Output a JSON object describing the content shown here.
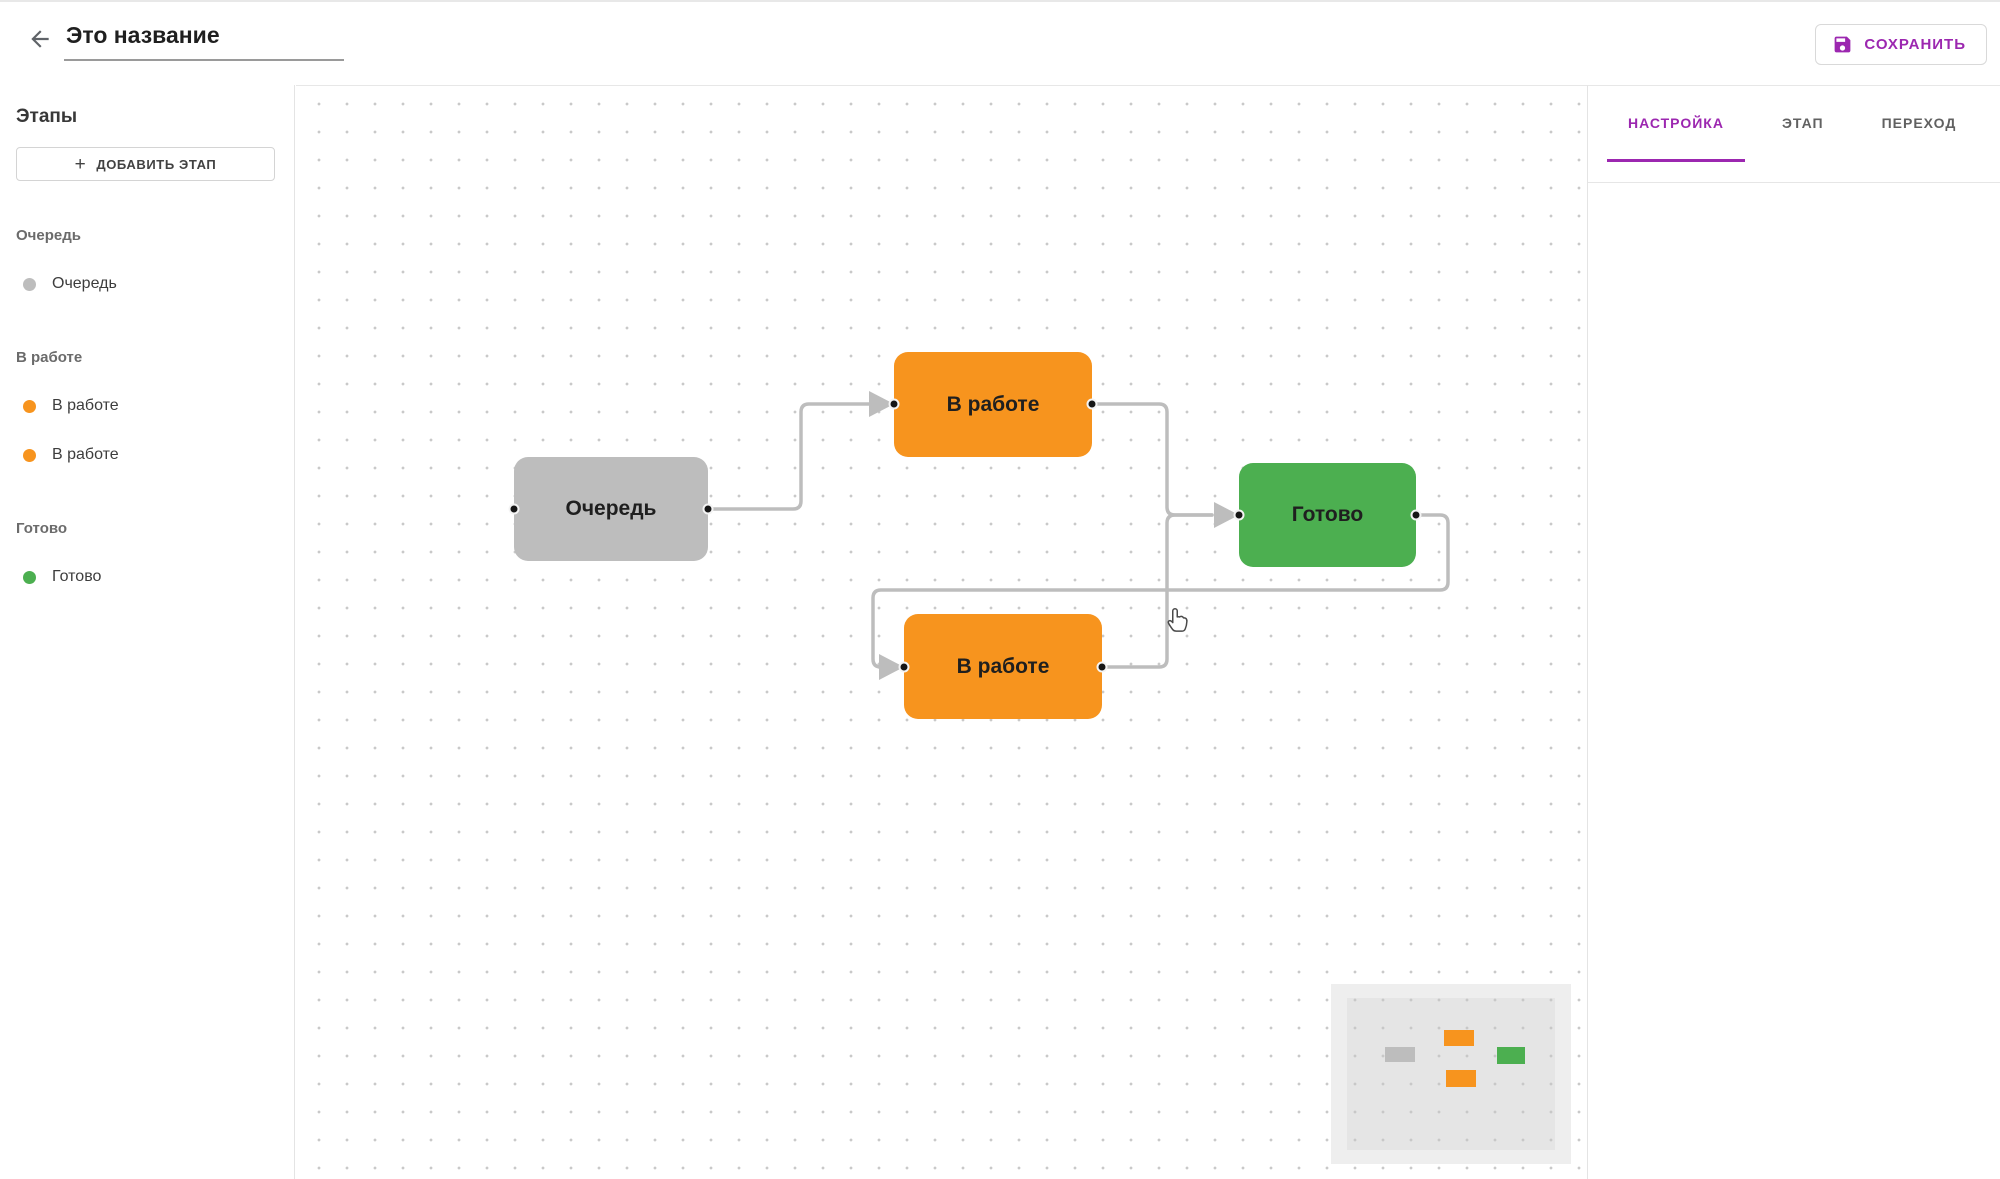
{
  "colors": {
    "accent_purple": "#9C27B0",
    "stage_gray": "#BDBDBD",
    "stage_orange": "#F7941E",
    "stage_green": "#4CAF50",
    "edge_gray": "#BDBDBD",
    "node_text": "#1f1f1f"
  },
  "header": {
    "back_icon": "arrow-left",
    "title_value": "Это название",
    "save_icon": "floppy-disk",
    "save_label": "СОХРАНИТЬ"
  },
  "sidebar": {
    "title": "Этапы",
    "add_button_label": "ДОБАВИТЬ ЭТАП",
    "add_button_icon": "plus",
    "groups": [
      {
        "label": "Очередь",
        "items": [
          {
            "label": "Очередь",
            "color": "#BDBDBD"
          }
        ]
      },
      {
        "label": "В работе",
        "items": [
          {
            "label": "В работе",
            "color": "#F7941E"
          },
          {
            "label": "В работе",
            "color": "#F7941E"
          }
        ]
      },
      {
        "label": "Готово",
        "items": [
          {
            "label": "Готово",
            "color": "#4CAF50"
          }
        ]
      }
    ]
  },
  "right_panel": {
    "tabs": [
      {
        "label": "НАСТРОЙКА",
        "active": true
      },
      {
        "label": "ЭТАП",
        "active": false
      },
      {
        "label": "ПЕРЕХОД",
        "active": false
      }
    ]
  },
  "canvas": {
    "nodes": [
      {
        "id": "queue",
        "label": "Очередь",
        "color": "#BDBDBD"
      },
      {
        "id": "in-progress-1",
        "label": "В работе",
        "color": "#F7941E"
      },
      {
        "id": "done",
        "label": "Готово",
        "color": "#4CAF50"
      },
      {
        "id": "in-progress-2",
        "label": "В работе",
        "color": "#F7941E"
      }
    ],
    "edges": [
      {
        "from": "queue",
        "to": "in-progress-1"
      },
      {
        "from": "in-progress-1",
        "to": "done"
      },
      {
        "from": "in-progress-2",
        "to": "done"
      },
      {
        "from": "done",
        "to": "in-progress-2"
      }
    ]
  },
  "minimap": {
    "nodes": [
      {
        "id": "queue",
        "color": "#BDBDBD"
      },
      {
        "id": "in-progress-1",
        "color": "#F7941E"
      },
      {
        "id": "done",
        "color": "#4CAF50"
      },
      {
        "id": "in-progress-2",
        "color": "#F7941E"
      }
    ]
  }
}
